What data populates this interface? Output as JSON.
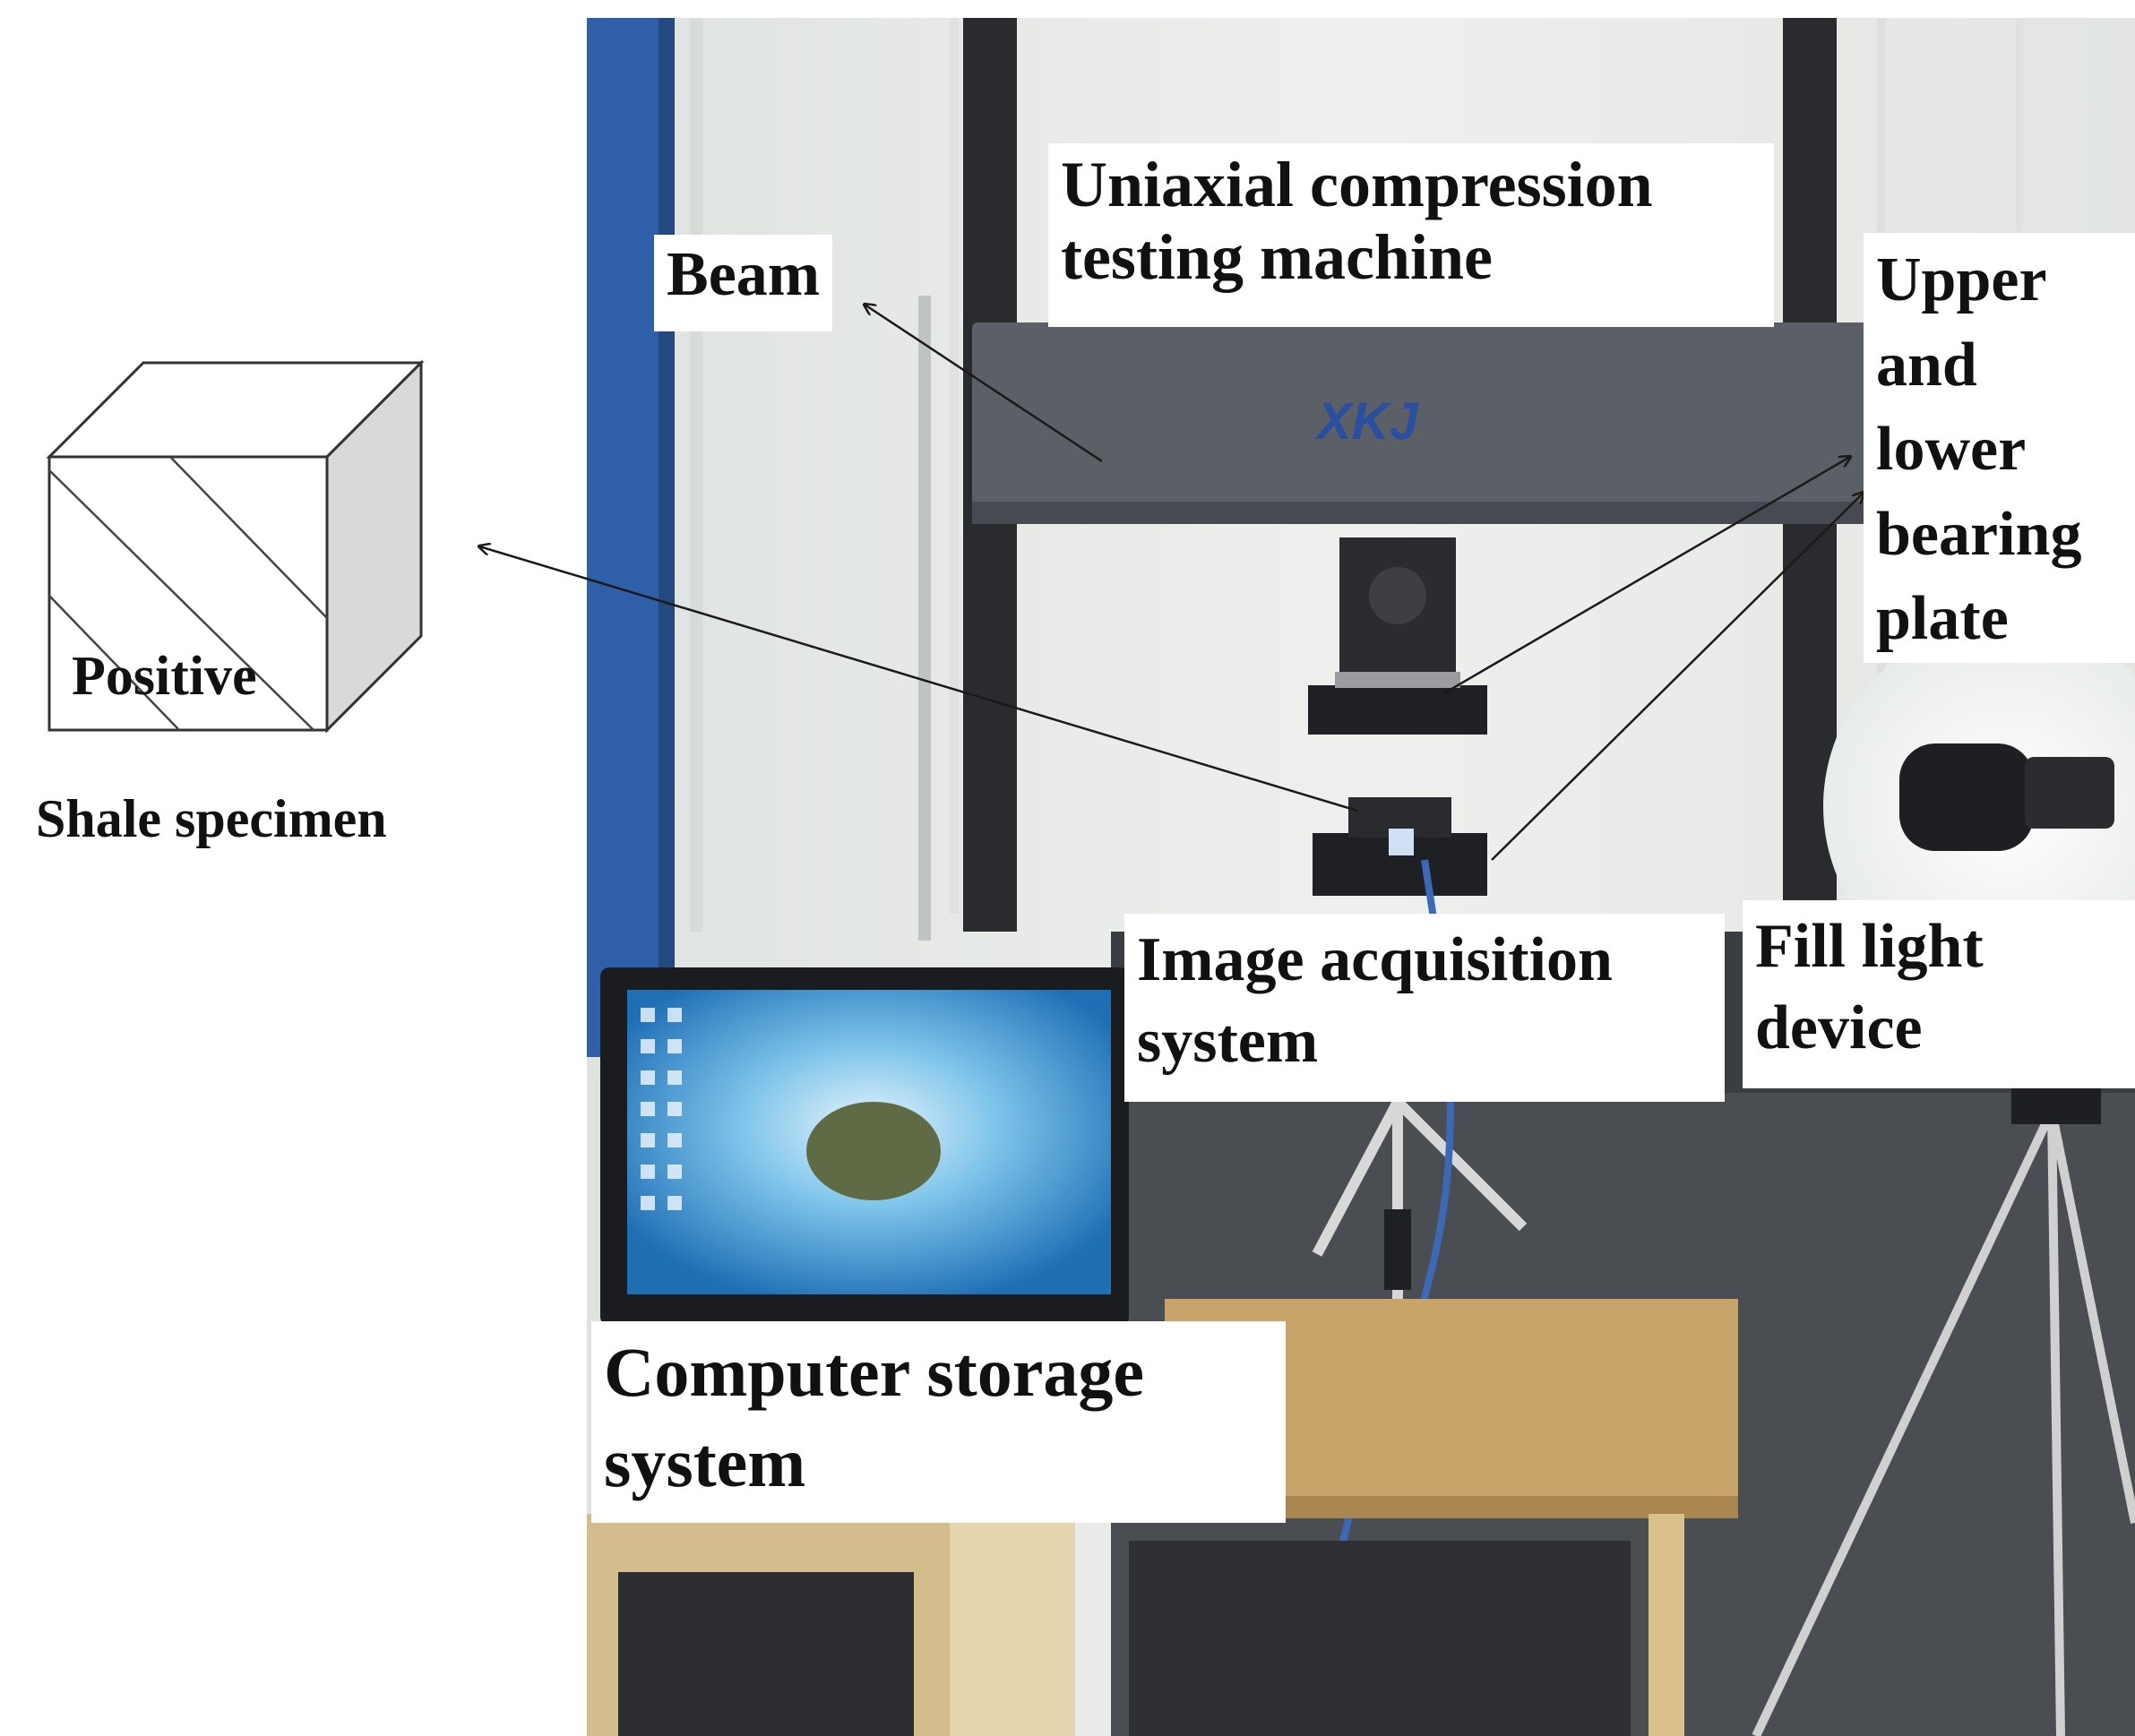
{
  "figure": {
    "specimen_face_label": "Positive",
    "specimen_caption": "Shale specimen",
    "labels": {
      "beam": "Beam",
      "machine_line1": "Uniaxial compression",
      "machine_line2": "testing machine",
      "plate_line1": "Upper",
      "plate_line2": "and",
      "plate_line3": "lower",
      "plate_line4": "bearing",
      "plate_line5": "plate",
      "image_line1": "Image acquisition",
      "image_line2": "system",
      "fill_line1": "Fill light",
      "fill_line2": "device",
      "computer_line1": "Computer storage",
      "computer_line2": "system"
    },
    "colors": {
      "label_background": "#ffffff",
      "label_text": "#111111",
      "arrow": "#1a1a1a",
      "frame_blue": "#2f5fa8",
      "machine_grey": "#5b5f66",
      "wall": "#e9ebe9",
      "table_wood": "#c9a46a",
      "laptop_screen": "#4aa6e0",
      "cable_blue": "#3c68b8"
    }
  }
}
